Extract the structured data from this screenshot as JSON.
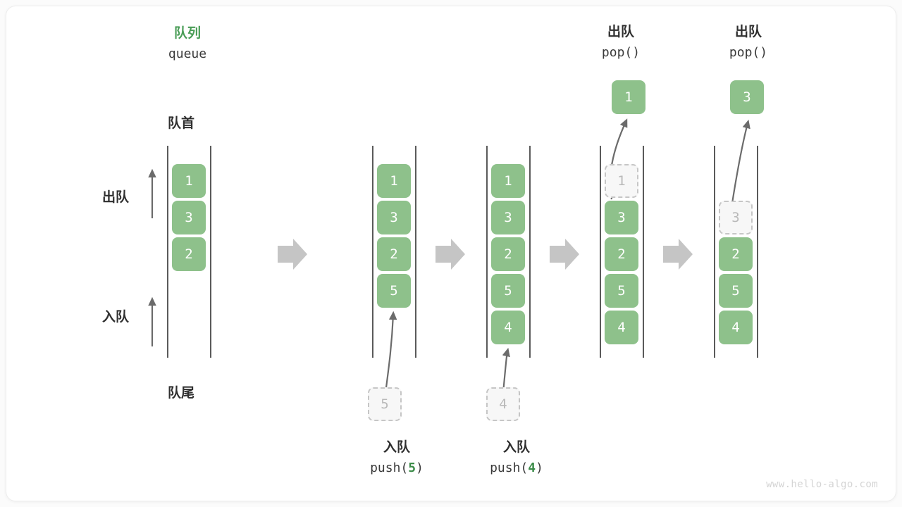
{
  "diagram": {
    "title_cn": "队列",
    "title_en": "queue",
    "front_label": "队首",
    "rear_label": "队尾",
    "dequeue_side_label": "出队",
    "enqueue_side_label": "入队",
    "watermark": "www.hello-algo.com",
    "accent_green": "#4a9d57",
    "box_green": "#8ec18b",
    "ghost_gray": "#b9b9b9",
    "rail_gray": "#5a5a5a",
    "flow_arrow_gray": "#c5c5c5"
  },
  "columns": [
    {
      "id": "initial",
      "header_cn": "",
      "header_code": "",
      "items": [
        {
          "value": "1",
          "state": "filled"
        },
        {
          "value": "3",
          "state": "filled"
        },
        {
          "value": "2",
          "state": "filled"
        }
      ],
      "popped": null,
      "incoming": null,
      "caption_cn": "",
      "caption_code": "",
      "caption_code_num": ""
    },
    {
      "id": "push-5",
      "header_cn": "",
      "header_code": "",
      "items": [
        {
          "value": "1",
          "state": "filled"
        },
        {
          "value": "3",
          "state": "filled"
        },
        {
          "value": "2",
          "state": "filled"
        },
        {
          "value": "5",
          "state": "filled"
        }
      ],
      "popped": null,
      "incoming": {
        "value": "5",
        "state": "ghost"
      },
      "caption_cn": "入队",
      "caption_code_prefix": "push(",
      "caption_code_num": "5",
      "caption_code_suffix": ")"
    },
    {
      "id": "push-4",
      "header_cn": "",
      "header_code": "",
      "items": [
        {
          "value": "1",
          "state": "filled"
        },
        {
          "value": "3",
          "state": "filled"
        },
        {
          "value": "2",
          "state": "filled"
        },
        {
          "value": "5",
          "state": "filled"
        },
        {
          "value": "4",
          "state": "filled"
        }
      ],
      "popped": null,
      "incoming": {
        "value": "4",
        "state": "ghost"
      },
      "caption_cn": "入队",
      "caption_code_prefix": "push(",
      "caption_code_num": "4",
      "caption_code_suffix": ")"
    },
    {
      "id": "pop-1",
      "header_cn": "出队",
      "header_code": "pop()",
      "items": [
        {
          "value": "1",
          "state": "ghost"
        },
        {
          "value": "3",
          "state": "filled"
        },
        {
          "value": "2",
          "state": "filled"
        },
        {
          "value": "5",
          "state": "filled"
        },
        {
          "value": "4",
          "state": "filled"
        }
      ],
      "popped": {
        "value": "1",
        "state": "filled"
      },
      "incoming": null,
      "caption_cn": "",
      "caption_code_prefix": "",
      "caption_code_num": "",
      "caption_code_suffix": ""
    },
    {
      "id": "pop-3",
      "header_cn": "出队",
      "header_code": "pop()",
      "items": [
        {
          "value": "",
          "state": "empty"
        },
        {
          "value": "3",
          "state": "ghost"
        },
        {
          "value": "2",
          "state": "filled"
        },
        {
          "value": "5",
          "state": "filled"
        },
        {
          "value": "4",
          "state": "filled"
        }
      ],
      "popped": {
        "value": "3",
        "state": "filled"
      },
      "incoming": null,
      "caption_cn": "",
      "caption_code_prefix": "",
      "caption_code_num": "",
      "caption_code_suffix": ""
    }
  ]
}
